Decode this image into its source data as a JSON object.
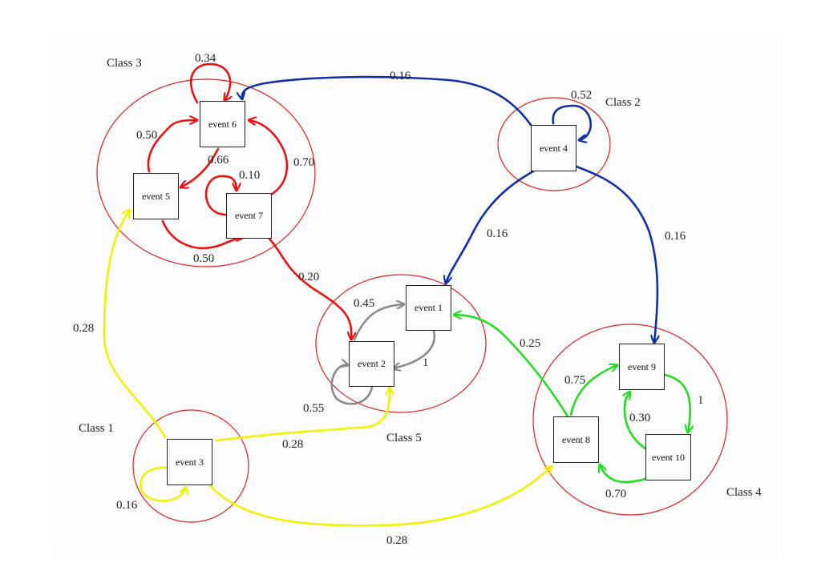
{
  "classes": [
    {
      "id": "class3",
      "label": "Class 3"
    },
    {
      "id": "class2",
      "label": "Class 2"
    },
    {
      "id": "class5",
      "label": "Class 5"
    },
    {
      "id": "class1",
      "label": "Class 1"
    },
    {
      "id": "class4",
      "label": "Class 4"
    }
  ],
  "events": [
    {
      "id": "event6",
      "label": "event 6"
    },
    {
      "id": "event5",
      "label": "event 5"
    },
    {
      "id": "event7",
      "label": "event 7"
    },
    {
      "id": "event4",
      "label": "event 4"
    },
    {
      "id": "event1",
      "label": "event 1"
    },
    {
      "id": "event2",
      "label": "event 2"
    },
    {
      "id": "event3",
      "label": "event 3"
    },
    {
      "id": "event8",
      "label": "event 8"
    },
    {
      "id": "event9",
      "label": "event 9"
    },
    {
      "id": "event10",
      "label": "event 10"
    }
  ],
  "transitions": [
    {
      "from": "event6",
      "to": "event6",
      "prob": "0.34",
      "color": "#ee1111"
    },
    {
      "from": "event5",
      "to": "event6",
      "prob": "0.50",
      "color": "#ee1111"
    },
    {
      "from": "event6",
      "to": "event5",
      "prob": "0.66",
      "color": "#ee1111"
    },
    {
      "from": "event7",
      "to": "event6",
      "prob": "0.70",
      "color": "#ee1111"
    },
    {
      "from": "event7",
      "to": "event7",
      "prob": "0.10",
      "color": "#ee1111"
    },
    {
      "from": "event5",
      "to": "event7",
      "prob": "0.50",
      "color": "#ee1111"
    },
    {
      "from": "event7",
      "to": "event2",
      "prob": "0.20",
      "color": "#ee1111"
    },
    {
      "from": "event4",
      "to": "event6",
      "prob": "0.16",
      "color": "#1030a8"
    },
    {
      "from": "event4",
      "to": "event4",
      "prob": "0.52",
      "color": "#1030a8"
    },
    {
      "from": "event4",
      "to": "event1",
      "prob": "0.16",
      "color": "#1030a8"
    },
    {
      "from": "event4",
      "to": "event9",
      "prob": "0.16",
      "color": "#1030a8"
    },
    {
      "from": "event2",
      "to": "event1",
      "prob": "0.45",
      "color": "#8a8a8a"
    },
    {
      "from": "event1",
      "to": "event2",
      "prob": "1",
      "color": "#8a8a8a"
    },
    {
      "from": "event2",
      "to": "event2",
      "prob": "0.55",
      "color": "#8a8a8a"
    },
    {
      "from": "event3",
      "to": "event5",
      "prob": "0.28",
      "color": "#f2f200"
    },
    {
      "from": "event3",
      "to": "event2",
      "prob": "0.28",
      "color": "#f2f200"
    },
    {
      "from": "event3",
      "to": "event3",
      "prob": "0.16",
      "color": "#f2f200"
    },
    {
      "from": "event3",
      "to": "event8",
      "prob": "0.28",
      "color": "#f2f200"
    },
    {
      "from": "event8",
      "to": "event1",
      "prob": "0.25",
      "color": "#22dd22"
    },
    {
      "from": "event8",
      "to": "event9",
      "prob": "0.75",
      "color": "#22dd22"
    },
    {
      "from": "event9",
      "to": "event10",
      "prob": "1",
      "color": "#22dd22"
    },
    {
      "from": "event10",
      "to": "event9",
      "prob": "0.30",
      "color": "#22dd22"
    },
    {
      "from": "event10",
      "to": "event8",
      "prob": "0.70",
      "color": "#22dd22"
    }
  ],
  "colors": {
    "cluster_circle": "#e02020",
    "node_border": "#222222"
  }
}
